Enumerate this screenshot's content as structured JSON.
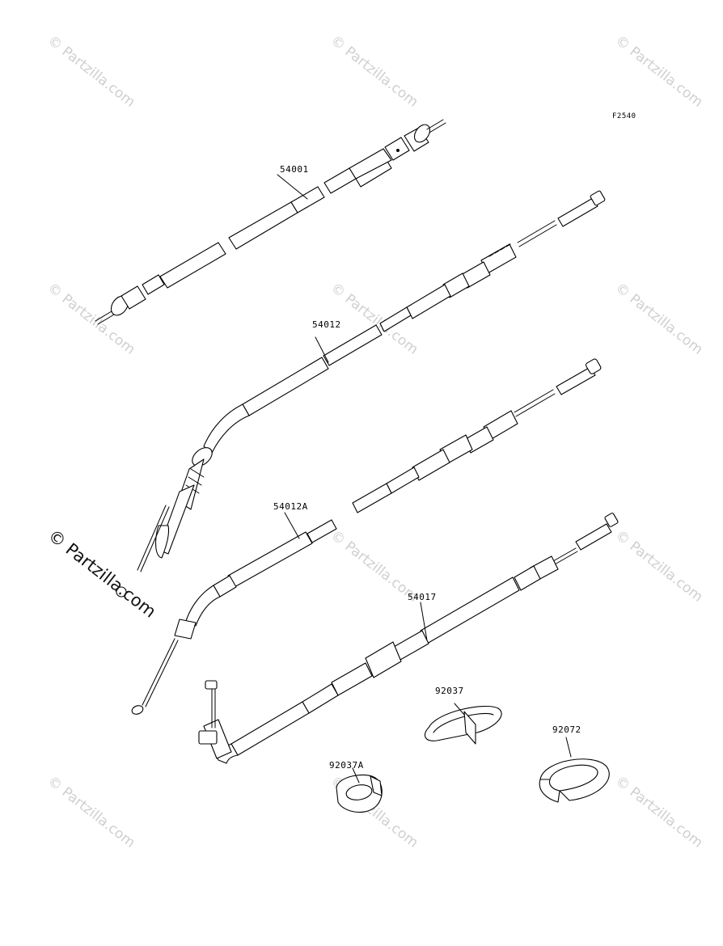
{
  "figure_code": "F2540",
  "watermark": {
    "text": "© Partzilla.com",
    "main_text": "© Partzilla.com"
  },
  "parts": [
    {
      "id": "54001",
      "label": "54001"
    },
    {
      "id": "54012",
      "label": "54012"
    },
    {
      "id": "54012A",
      "label": "54012A"
    },
    {
      "id": "54017",
      "label": "54017"
    },
    {
      "id": "92037",
      "label": "92037"
    },
    {
      "id": "92037A",
      "label": "92037A"
    },
    {
      "id": "92072",
      "label": "92072"
    }
  ]
}
